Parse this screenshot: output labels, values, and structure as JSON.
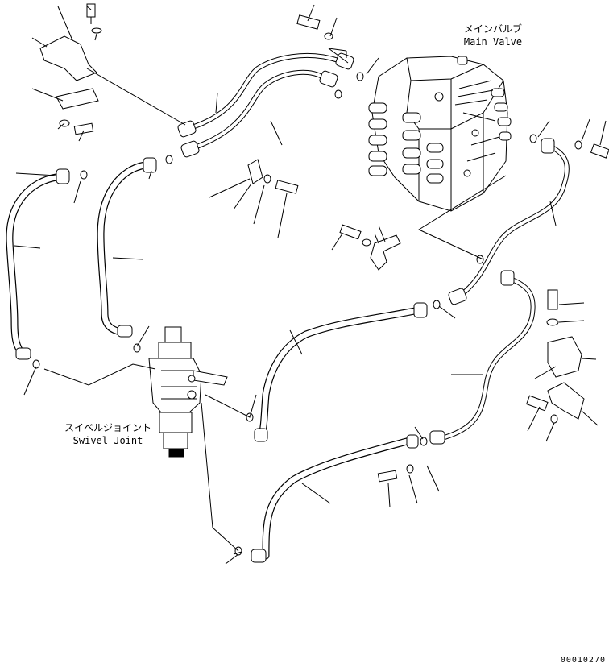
{
  "labels": {
    "main_valve_jp": "メインバルブ",
    "main_valve_en": "Main Valve",
    "swivel_joint_jp": "スイベルジョイント",
    "swivel_joint_en": "Swivel Joint",
    "drawing_number": "00010270"
  },
  "colors": {
    "line": "#000000",
    "background": "#ffffff"
  }
}
